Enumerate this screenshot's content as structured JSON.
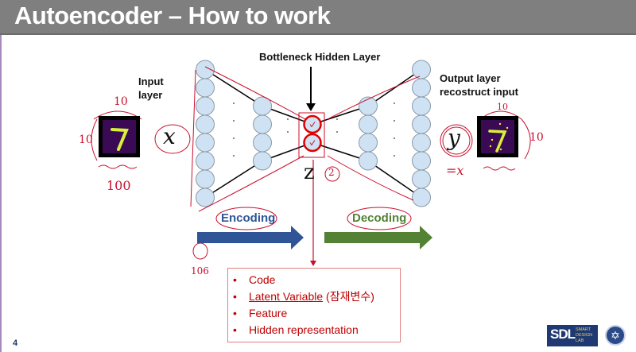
{
  "slide": {
    "title": "Autoencoder – How to work",
    "number": "4"
  },
  "labels": {
    "input_layer_line1": "Input",
    "input_layer_line2": "layer",
    "bottleneck": "Bottleneck Hidden Layer",
    "output_layer_line1": "Output layer",
    "output_layer_line2": "recostruct input",
    "input_var": "x",
    "output_var": "y",
    "code_var": "z"
  },
  "arrows": {
    "encoding": "Encoding",
    "decoding": "Decoding",
    "encoding_color": "#2f5597",
    "decoding_color": "#548235"
  },
  "code_box": {
    "items": [
      "Code",
      "Latent Variable",
      "Feature",
      "Hidden representation"
    ],
    "latent_korean": "(잠재변수)"
  },
  "annotations": {
    "input_width": "10",
    "input_height": "10",
    "input_size": "100",
    "output_width": "10",
    "output_height": "10",
    "code_size": "2",
    "output_equals": "=x",
    "note_106": "106"
  },
  "network": {
    "layers": [
      8,
      4,
      2,
      4,
      8
    ],
    "node_color": "#cfe2f3",
    "highlight_color": "#e00000"
  },
  "logo": {
    "mark": "SDL",
    "line1": "SMART",
    "line2": "DESIGN",
    "line3": "LAB",
    "emblem": "✡"
  }
}
